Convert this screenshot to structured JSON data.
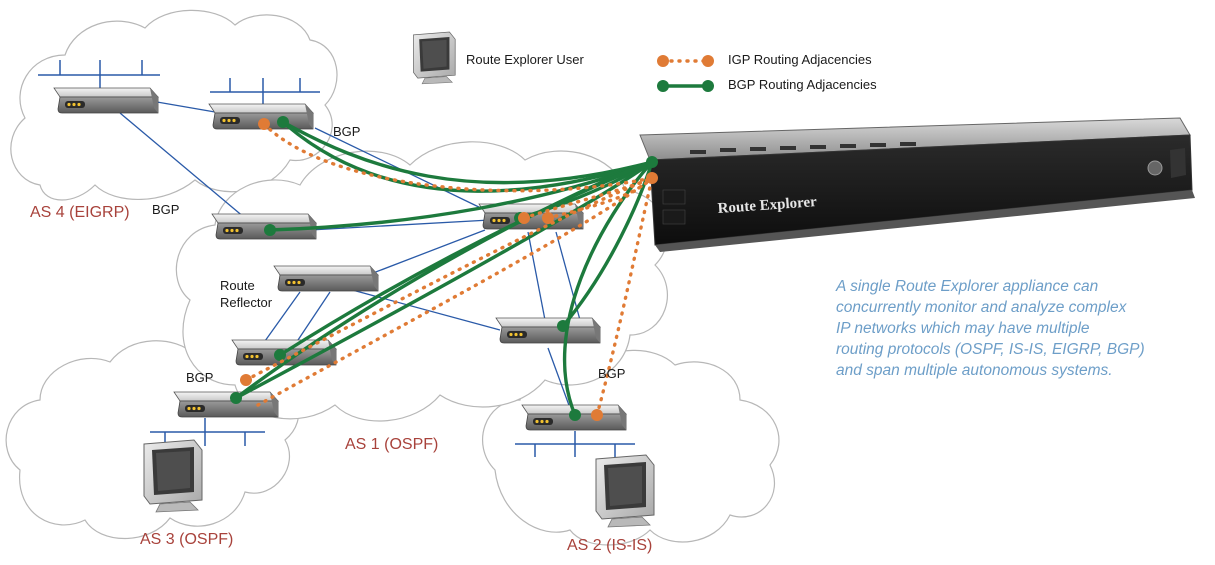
{
  "legend": {
    "user_label": "Route Explorer User",
    "igp_label": "IGP Routing Adjacencies",
    "bgp_label": "BGP Routing Adjacencies",
    "igp_color": "#e07b35",
    "bgp_color": "#1d7a3d"
  },
  "appliance": {
    "brand": "Route Explorer"
  },
  "as_labels": {
    "as4": "AS 4 (EIGRP)",
    "as1": "AS 1 (OSPF)",
    "as3": "AS 3 (OSPF)",
    "as2": "AS 2 (IS-IS)"
  },
  "protocol_labels": {
    "bgp_top": "BGP",
    "bgp_as4": "BGP",
    "bgp_as3": "BGP",
    "bgp_as2": "BGP"
  },
  "route_reflector": {
    "line1": "Route",
    "line2": "Reflector"
  },
  "caption": {
    "lines": [
      "A single Route Explorer appliance can",
      "concurrently monitor and analyze complex",
      "IP networks which may have multiple",
      "routing protocols (OSPF, IS-IS, EIGRP, BGP)",
      "and span multiple autonomous systems."
    ]
  },
  "colors": {
    "cloud_stroke": "#b7b7b7",
    "network_line": "#2a5aa8",
    "as_label": "#a8423b",
    "caption": "#6d9ec8"
  },
  "icons": {
    "router": "router-icon",
    "monitor": "monitor-icon",
    "appliance": "rack-appliance-icon"
  }
}
